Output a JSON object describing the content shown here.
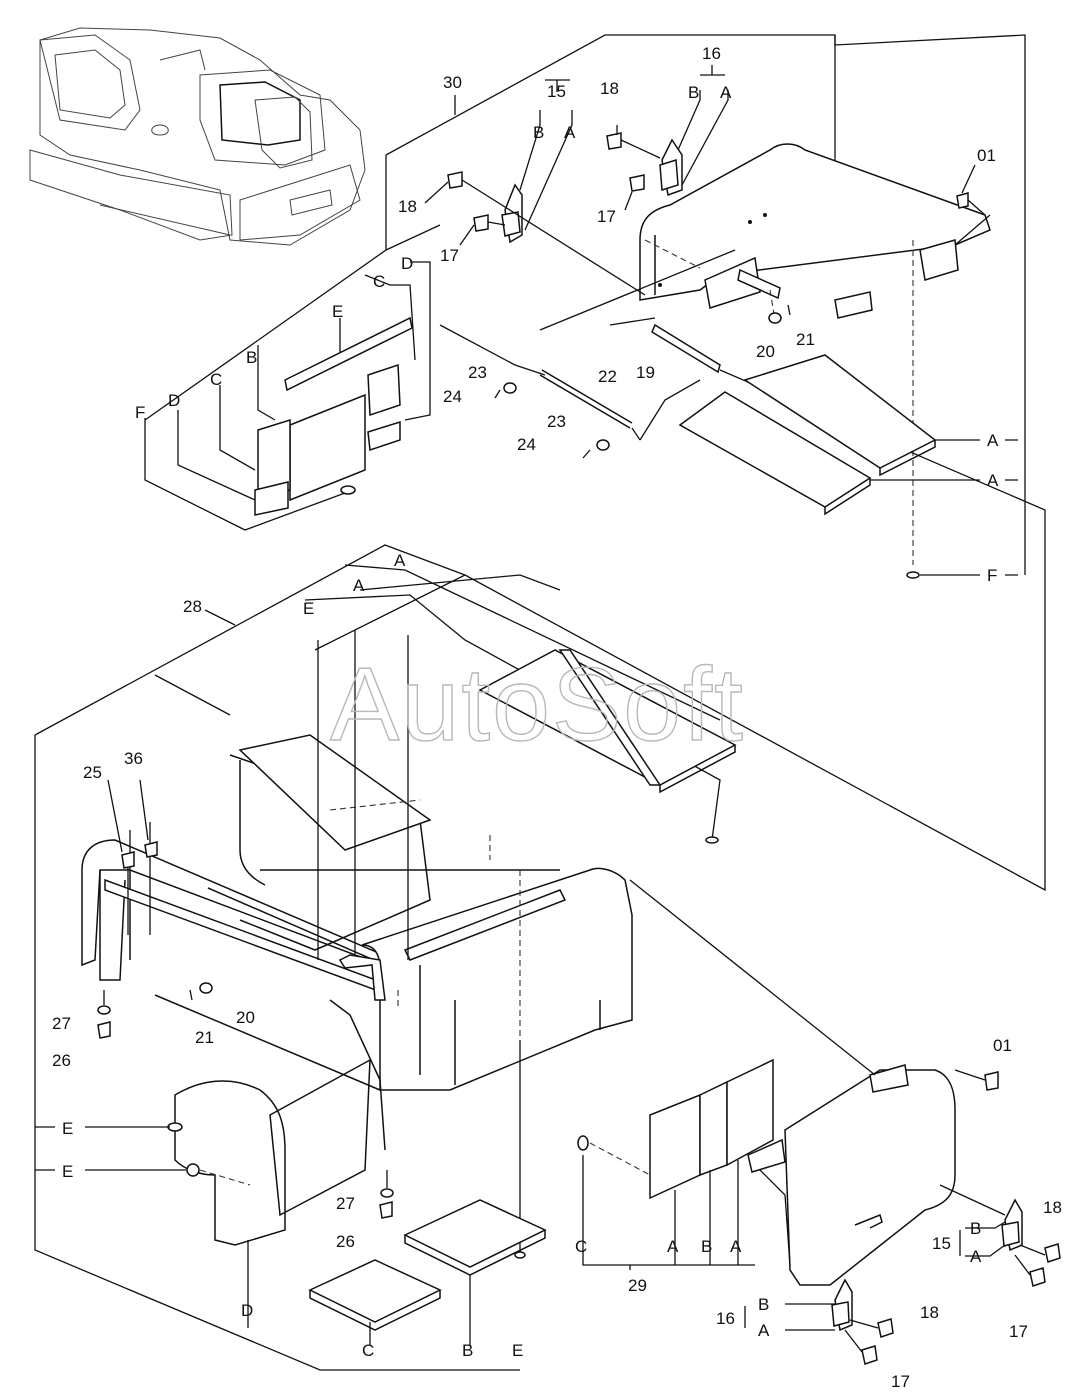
{
  "watermark": "AutoSoft",
  "part_labels": {
    "p30": "30",
    "p28": "28",
    "p29": "29",
    "p16_top": "16",
    "p15_top": "15",
    "p01_top": "01",
    "p18_a": "18",
    "p18_b": "18",
    "p17_a": "17",
    "p17_b": "17",
    "p20_top": "20",
    "p21_top": "21",
    "p22": "22",
    "p19": "19",
    "p23_a": "23",
    "p23_b": "23",
    "p24_a": "24",
    "p24_b": "24",
    "p25": "25",
    "p36": "36",
    "p27_a": "27",
    "p26_a": "26",
    "p20_mid": "20",
    "p21_mid": "21",
    "p27_b": "27",
    "p26_b": "26",
    "p01_bot": "01",
    "p18_c": "18",
    "p15_bot": "15",
    "p17_c": "17",
    "p16_bot": "16",
    "p18_d": "18",
    "p17_d": "17"
  },
  "letter_labels": {
    "top_B16": "B",
    "top_A16": "A",
    "top_B15": "B",
    "top_A15": "A",
    "lh_D1": "D",
    "lh_C1": "C",
    "lh_E1": "E",
    "lh_B": "B",
    "lh_C2": "C",
    "lh_F": "F",
    "lh_D2": "D",
    "rA1": "A",
    "rA2": "A",
    "rF": "F",
    "mA1": "A",
    "mA2": "A",
    "mE": "E",
    "lE1": "E",
    "lE2": "E",
    "lD": "D",
    "bC": "C",
    "bB": "B",
    "bE": "E",
    "r29C": "C",
    "r29A1": "A",
    "r29B": "B",
    "r29A2": "A",
    "r15B": "B",
    "r15A": "A",
    "r16B": "B",
    "r16A": "A"
  }
}
